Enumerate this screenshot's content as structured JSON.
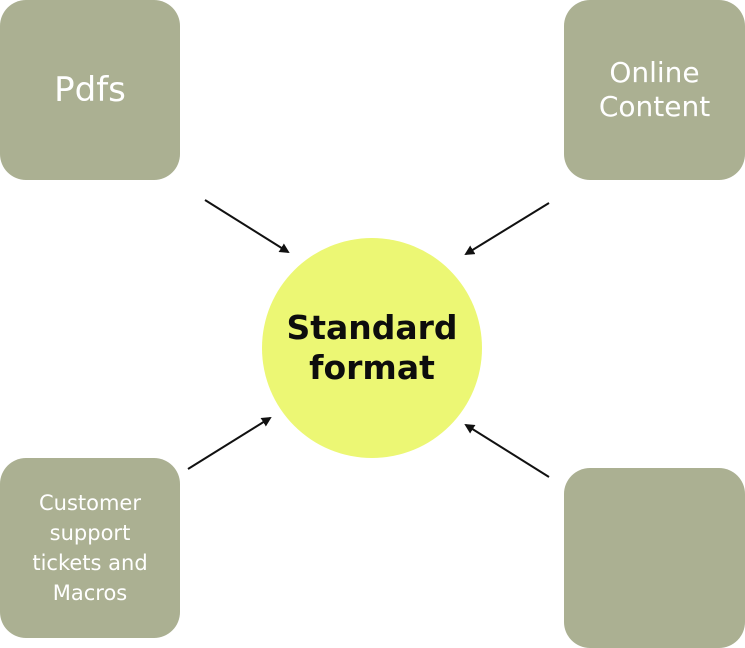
{
  "diagram": {
    "center": {
      "label": "Standard\nformat"
    },
    "sources": [
      {
        "id": "pdfs",
        "label": "Pdfs"
      },
      {
        "id": "online",
        "label": "Online\nContent"
      },
      {
        "id": "support",
        "label": "Customer\nsupport\ntickets and\nMacros"
      },
      {
        "id": "empty",
        "label": ""
      }
    ]
  },
  "colors": {
    "node_fill": "#abb092",
    "node_text": "#ffffff",
    "center_fill": "#ecf774",
    "center_text": "#0d0d0d",
    "arrow": "#111111"
  }
}
